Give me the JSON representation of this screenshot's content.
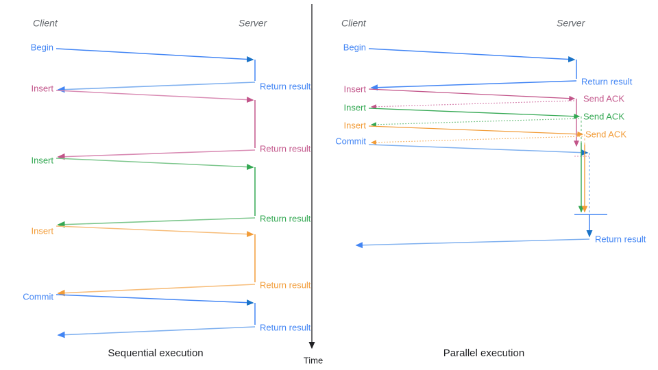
{
  "figure": {
    "title_left": "Sequential execution",
    "title_right": "Parallel execution",
    "time_axis_label": "Time"
  },
  "colors": {
    "blue": "#4285f4",
    "blue_dark": "#1a73c7",
    "blue_light": "#7fb0ef",
    "pink": "#c2558a",
    "pink_light": "#d98cb4",
    "green": "#34a853",
    "green_light": "#7cc68c",
    "orange": "#f29c38",
    "orange_light": "#f7bd7a",
    "actor_gray": "#5f6368",
    "axis_black": "#202124"
  },
  "left_panel": {
    "name": "sequential-execution",
    "actors": {
      "client": "Client",
      "server": "Server"
    },
    "messages": [
      {
        "label": "Begin",
        "color": "blue",
        "dir": "c2s",
        "label_side": "left"
      },
      {
        "label": "Return result",
        "color": "blue",
        "dir": "s2c",
        "label_side": "right"
      },
      {
        "label": "Insert",
        "color": "pink",
        "dir": "c2s",
        "label_side": "left"
      },
      {
        "label": "Return result",
        "color": "pink",
        "dir": "s2c",
        "label_side": "right"
      },
      {
        "label": "Insert",
        "color": "green",
        "dir": "c2s",
        "label_side": "left"
      },
      {
        "label": "Return result",
        "color": "green",
        "dir": "s2c",
        "label_side": "right"
      },
      {
        "label": "Insert",
        "color": "orange",
        "dir": "c2s",
        "label_side": "left"
      },
      {
        "label": "Return result",
        "color": "orange",
        "dir": "s2c",
        "label_side": "right"
      },
      {
        "label": "Commit",
        "color": "blue",
        "dir": "c2s",
        "label_side": "left"
      },
      {
        "label": "Return result",
        "color": "blue",
        "dir": "s2c",
        "label_side": "right"
      }
    ]
  },
  "right_panel": {
    "name": "parallel-execution",
    "actors": {
      "client": "Client",
      "server": "Server"
    },
    "messages": [
      {
        "label": "Begin",
        "color": "blue",
        "dir": "c2s",
        "label_side": "left"
      },
      {
        "label": "Return result",
        "color": "blue",
        "dir": "s2c",
        "label_side": "right"
      },
      {
        "label": "Insert",
        "color": "pink",
        "dir": "c2s",
        "label_side": "left"
      },
      {
        "label": "Send ACK",
        "color": "pink",
        "dir": "s2c",
        "label_side": "right",
        "style": "dotted"
      },
      {
        "label": "Insert",
        "color": "green",
        "dir": "c2s",
        "label_side": "left"
      },
      {
        "label": "Send ACK",
        "color": "green",
        "dir": "s2c",
        "label_side": "right",
        "style": "dotted"
      },
      {
        "label": "Insert",
        "color": "orange",
        "dir": "c2s",
        "label_side": "left"
      },
      {
        "label": "Send ACK",
        "color": "orange",
        "dir": "s2c",
        "label_side": "right",
        "style": "dotted"
      },
      {
        "label": "Commit",
        "color": "blue",
        "dir": "c2s",
        "label_side": "left"
      },
      {
        "label": "Return result",
        "color": "blue",
        "dir": "s2c",
        "label_side": "right"
      }
    ]
  },
  "chart_data": {
    "type": "sequence-diagram",
    "title": "Sequential execution vs Parallel execution",
    "panels": [
      {
        "name": "Sequential execution",
        "lifelines": [
          "Client",
          "Server"
        ],
        "interactions": [
          {
            "from": "Client",
            "to": "Server",
            "label": "Begin",
            "color": "#4285f4"
          },
          {
            "from": "Server",
            "to": "Client",
            "label": "Return result",
            "color": "#4285f4"
          },
          {
            "from": "Client",
            "to": "Server",
            "label": "Insert",
            "color": "#c2558a"
          },
          {
            "from": "Server",
            "to": "Client",
            "label": "Return result",
            "color": "#c2558a"
          },
          {
            "from": "Client",
            "to": "Server",
            "label": "Insert",
            "color": "#34a853"
          },
          {
            "from": "Server",
            "to": "Client",
            "label": "Return result",
            "color": "#34a853"
          },
          {
            "from": "Client",
            "to": "Server",
            "label": "Insert",
            "color": "#f29c38"
          },
          {
            "from": "Server",
            "to": "Client",
            "label": "Return result",
            "color": "#f29c38"
          },
          {
            "from": "Client",
            "to": "Server",
            "label": "Commit",
            "color": "#4285f4"
          },
          {
            "from": "Server",
            "to": "Client",
            "label": "Return result",
            "color": "#4285f4"
          }
        ]
      },
      {
        "name": "Parallel execution",
        "lifelines": [
          "Client",
          "Server"
        ],
        "interactions": [
          {
            "from": "Client",
            "to": "Server",
            "label": "Begin",
            "color": "#4285f4"
          },
          {
            "from": "Server",
            "to": "Client",
            "label": "Return result",
            "color": "#4285f4"
          },
          {
            "from": "Client",
            "to": "Server",
            "label": "Insert",
            "color": "#c2558a"
          },
          {
            "from": "Server",
            "to": "Client",
            "label": "Send ACK",
            "color": "#c2558a"
          },
          {
            "from": "Client",
            "to": "Server",
            "label": "Insert",
            "color": "#34a853"
          },
          {
            "from": "Server",
            "to": "Client",
            "label": "Send ACK",
            "color": "#34a853"
          },
          {
            "from": "Client",
            "to": "Server",
            "label": "Insert",
            "color": "#f29c38"
          },
          {
            "from": "Server",
            "to": "Client",
            "label": "Send ACK",
            "color": "#f29c38"
          },
          {
            "from": "Client",
            "to": "Server",
            "label": "Commit",
            "color": "#4285f4"
          },
          {
            "from": "Server",
            "to": "Client",
            "label": "Return result",
            "color": "#4285f4"
          }
        ]
      }
    ],
    "axis": {
      "label": "Time",
      "direction": "downward"
    }
  }
}
